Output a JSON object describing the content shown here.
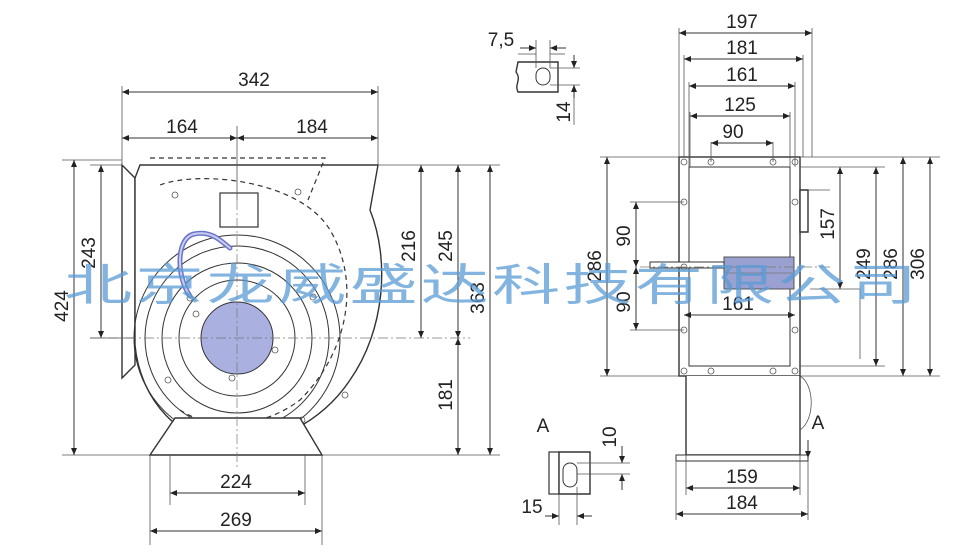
{
  "watermark": "北京龙威盛达科技有限公司",
  "side_view": {
    "dims_h": [
      "342",
      "164",
      "184",
      "224",
      "269"
    ],
    "dims_v": [
      "424",
      "243",
      "216",
      "245",
      "363",
      "181"
    ]
  },
  "hole_detail": {
    "dims": [
      "7,5",
      "14"
    ]
  },
  "section_a": {
    "label": "A",
    "dims": [
      "10",
      "15"
    ]
  },
  "front_view": {
    "dims_h": [
      "197",
      "181",
      "161",
      "125",
      "90",
      "161",
      "159",
      "184"
    ],
    "dims_v": [
      "286",
      "90",
      "90",
      "157",
      "249",
      "286",
      "306"
    ],
    "label_a": "A"
  },
  "colors": {
    "motor_fill": "#aab0e0",
    "outlet_fill": "#9aa0d0",
    "watermark": "#5a9bd6"
  }
}
